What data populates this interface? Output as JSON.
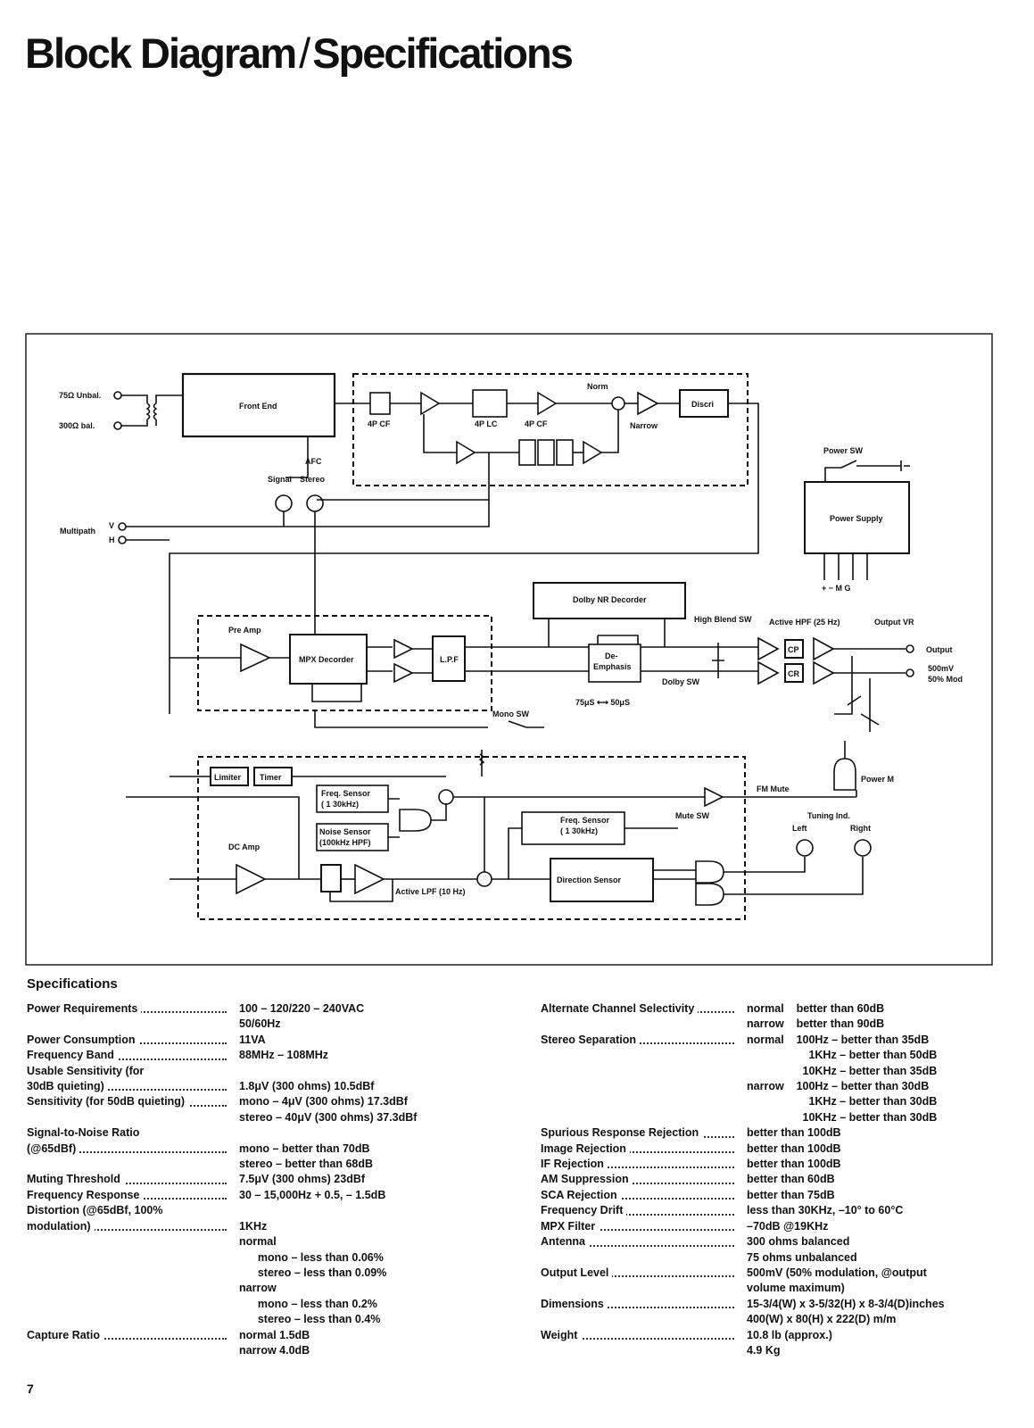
{
  "header": {
    "title_a": "Block Diagram",
    "title_sep": "/",
    "title_b": "Specifications"
  },
  "diagram": {
    "in_75": "75Ω Unbal.",
    "in_300": "300Ω bal.",
    "front_end": "Front End",
    "afc": "AFC",
    "cf4p_a": "4P CF",
    "lc4p": "4P LC",
    "cf4p_b": "4P CF",
    "norm": "Norm",
    "narrow": "Narrow",
    "discri": "Discri",
    "signal": "Signal",
    "stereo": "Stereo",
    "multipath": "Multipath",
    "v": "V",
    "h": "H",
    "power_sw": "Power SW",
    "power_supply": "Power Supply",
    "rails": "+ − M G",
    "dolby_nr": "Dolby NR Decorder",
    "high_blend": "High Blend SW",
    "active_hpf": "Active HPF (25 Hz)",
    "output_vr": "Output VR",
    "pre_amp": "Pre Amp",
    "mpx_decorder": "MPX Decorder",
    "lpf": "L.P.F",
    "de_1": "De-",
    "de_2": "Emphasis",
    "dolby_sw": "Dolby SW",
    "emph": "75μS ⟷ 50μS",
    "cp": "CP",
    "cr": "CR",
    "output": "Output",
    "out_level_1": "500mV",
    "out_level_2": "50% Mod",
    "mono_sw": "Mono SW",
    "limiter": "Limiter",
    "timer": "Timer",
    "freq_sensor_1": "Freq. Sensor",
    "freq_sensor_1b": "( 1 30kHz)",
    "noise_sensor": "Noise Sensor",
    "noise_sensor_b": "(100kHz HPF)",
    "fm_mute": "FM Mute",
    "power_m": "Power M",
    "freq_sensor_2": "Freq. Sensor",
    "freq_sensor_2b": "( 1 30kHz)",
    "mute_sw": "Mute SW",
    "tuning_ind": "Tuning Ind.",
    "left": "Left",
    "right": "Right",
    "dc_amp": "DC Amp",
    "direction_sensor": "Direction Sensor",
    "active_lpf": "Active LPF (10 Hz)"
  },
  "specs": {
    "heading": "Specifications",
    "left": [
      {
        "label": "Power Requirements",
        "values": [
          "100 – 120/220 – 240VAC",
          "50/60Hz"
        ]
      },
      {
        "label": "Power Consumption",
        "values": [
          "11VA"
        ]
      },
      {
        "label": "Frequency Band",
        "values": [
          "88MHz – 108MHz"
        ]
      },
      {
        "label": "Usable Sensitivity (for",
        "label2": "30dB quieting)",
        "values": [
          "",
          "1.8μV (300 ohms) 10.5dBf"
        ]
      },
      {
        "label": "Sensitivity (for 50dB quieting)",
        "values": [
          "mono – 4μV (300 ohms) 17.3dBf",
          "stereo – 40μV (300 ohms) 37.3dBf"
        ]
      },
      {
        "label": "Signal-to-Noise Ratio",
        "label2": "(@65dBf)",
        "values": [
          "",
          "mono – better than 70dB",
          "stereo – better than 68dB"
        ]
      },
      {
        "label": "Muting Threshold",
        "values": [
          "7.5μV (300 ohms) 23dBf"
        ]
      },
      {
        "label": "Frequency Response",
        "values": [
          "30 – 15,000Hz + 0.5, – 1.5dB"
        ]
      },
      {
        "label": "Distortion (@65dBf, 100%",
        "label2": "modulation)",
        "values": [
          "",
          "1KHz",
          "normal",
          "      mono – less than 0.06%",
          "      stereo – less than 0.09%",
          "narrow",
          "      mono – less than 0.2%",
          "      stereo – less than 0.4%"
        ]
      },
      {
        "label": "Capture Ratio",
        "values": [
          "normal 1.5dB",
          "narrow 4.0dB"
        ]
      }
    ],
    "right": [
      {
        "label": "Alternate Channel Selectivity",
        "values": [
          "normal    better than 60dB",
          "narrow    better than 90dB"
        ]
      },
      {
        "label": "Stereo Separation",
        "values": [
          "normal    100Hz – better than 35dB",
          "                    1KHz – better than 50dB",
          "                  10KHz – better than 35dB",
          "narrow    100Hz – better than 30dB",
          "                    1KHz – better than 30dB",
          "                  10KHz – better than 30dB"
        ]
      },
      {
        "label": "Spurious Response Rejection",
        "values": [
          "better than 100dB"
        ]
      },
      {
        "label": "Image Rejection",
        "values": [
          "better than 100dB"
        ]
      },
      {
        "label": "IF Rejection",
        "values": [
          "better than 100dB"
        ]
      },
      {
        "label": "AM Suppression",
        "values": [
          "better than 60dB"
        ]
      },
      {
        "label": "SCA Rejection",
        "values": [
          "better than 75dB"
        ]
      },
      {
        "label": "Frequency Drift",
        "values": [
          "less than 30KHz, –10° to 60°C"
        ]
      },
      {
        "label": "MPX Filter",
        "values": [
          "–70dB @19KHz"
        ]
      },
      {
        "label": "Antenna",
        "values": [
          "300 ohms balanced",
          "75 ohms unbalanced"
        ]
      },
      {
        "label": "Output Level",
        "values": [
          "500mV (50% modulation, @output",
          "volume maximum)"
        ]
      },
      {
        "label": "Dimensions",
        "values": [
          "15-3/4(W) x 3-5/32(H) x 8-3/4(D)inches",
          "400(W) x 80(H) x 222(D) m/m"
        ]
      },
      {
        "label": "Weight",
        "values": [
          "10.8 lb (approx.)",
          "4.9 Kg"
        ]
      }
    ]
  },
  "footer": {
    "page_number": "7"
  }
}
